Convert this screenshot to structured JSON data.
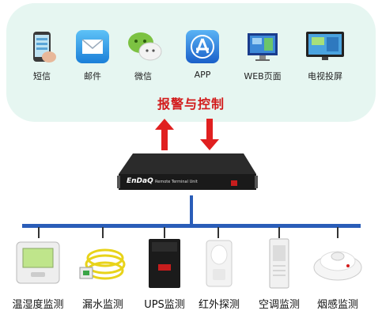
{
  "channels": [
    {
      "label": "短信",
      "icon": "phone-sms-icon"
    },
    {
      "label": "邮件",
      "icon": "mail-icon"
    },
    {
      "label": "微信",
      "icon": "wechat-icon"
    },
    {
      "label": "APP",
      "icon": "app-store-icon"
    },
    {
      "label": "WEB页面",
      "icon": "web-monitor-icon"
    },
    {
      "label": "电视投屏",
      "icon": "tv-screen-icon"
    }
  ],
  "alarm_title": "报警与控制",
  "device": {
    "brand": "EnDaQ",
    "model_text": "Remote Terminal Unit"
  },
  "sensors": [
    {
      "label": "温湿度监测",
      "icon": "thermo-hygrometer-icon"
    },
    {
      "label": "漏水监测",
      "icon": "water-leak-cable-icon"
    },
    {
      "label": "UPS监测",
      "icon": "ups-icon"
    },
    {
      "label": "红外探测",
      "icon": "infrared-detector-icon"
    },
    {
      "label": "空调监测",
      "icon": "air-conditioner-icon"
    },
    {
      "label": "烟感监测",
      "icon": "smoke-detector-icon"
    }
  ],
  "colors": {
    "panel": "#e6f6f1",
    "alarm": "#d21b1b",
    "bus": "#2a5db8"
  }
}
